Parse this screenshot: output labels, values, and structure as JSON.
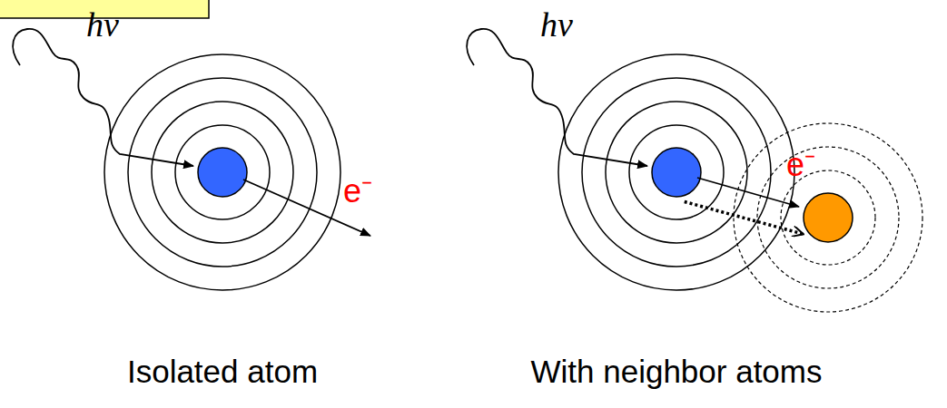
{
  "diagram": {
    "labels": [
      "hν",
      "e⁻",
      "hν",
      "e⁻",
      "Isolated atom",
      "With neighbor atoms"
    ]
  }
}
